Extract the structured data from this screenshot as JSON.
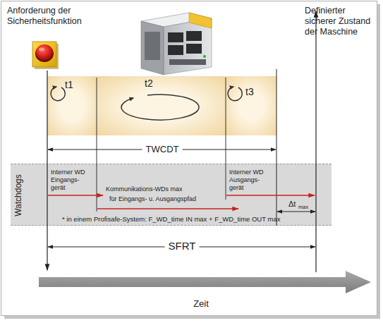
{
  "diagram": {
    "nodes": [
      {
        "text": [
          "t1"
        ]
      },
      {
        "text": [
          "t2"
        ]
      },
      {
        "text": [
          "t3"
        ]
      },
      {
        "text": [
          "Watchdogs"
        ]
      }
    ],
    "labels": [
      "Anforderung der Sicherheitsfunktion",
      "Definierter sicherer Zustand der Maschine",
      "TWCDT",
      "Interner WD Eingangs- gerät",
      "Kommunikations-WDs max",
      "für Eingangs- u. Ausgangspfad",
      "Interner WD Ausgangs- gerät",
      "Δt",
      "max",
      "* in einem Profisafe-System: F_WD_time IN max + F_WD_time OUT max",
      "SFRT",
      "Zeit"
    ]
  }
}
